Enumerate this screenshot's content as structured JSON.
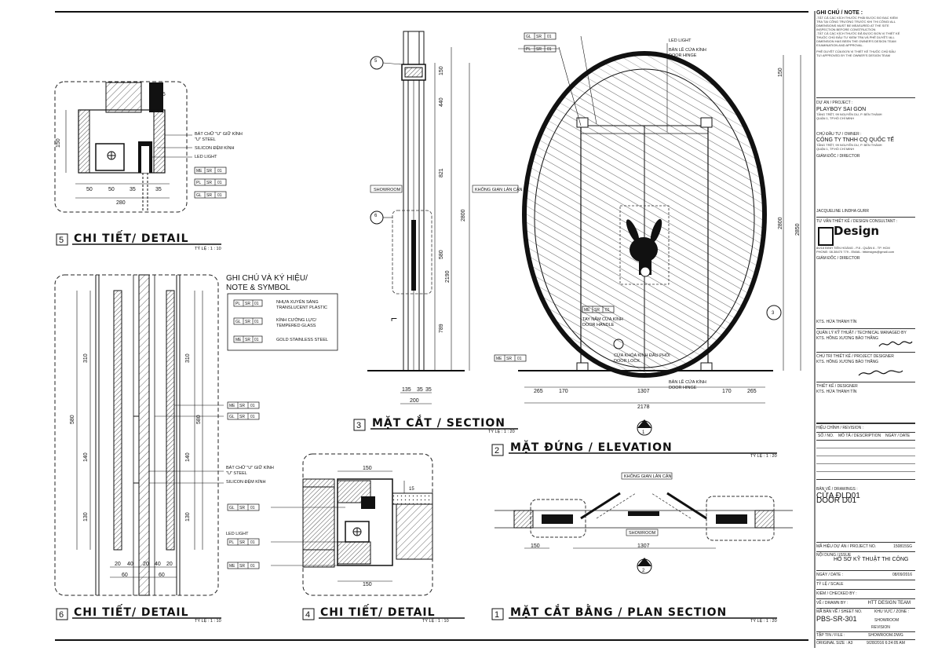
{
  "notes": {
    "heading": "GHI CHÚ / NOTE :",
    "lines": [
      "-TẤT CẢ CÁC KÍCH THƯỚC PHẢI ĐƯỢC ĐO ĐẠC KIỂM",
      "TRA TẠI CÔNG TRƯỜNG TRƯỚC KHI THI CÔNG/ ALL",
      "DIMENSIONS MUST BE MEASURED AT THE SITE",
      "INSPECTION BEFORE CONSTRUCTION",
      "-TẤT CẢ CÁC KÍCH THƯỚC ĐÃ ĐƯỢC ĐƠN VỊ THIẾT KẾ",
      "THUỘC CHỦ ĐẦU TƯ KIỂM TRA VÀ PHÊ DUYỆT/ ALL",
      "DIMENSION HAS BEEN THE OWNER'S DESIGN TEAM",
      "EXAMINATION AND APPROVAL."
    ],
    "approval": [
      "PHÊ DUYỆT CỦA ĐƠN VỊ THIẾT KẾ THUỘC CHỦ ĐẦU",
      "TƯ/ APPROVED BY THE OWNER'S DESIGN TEAM"
    ]
  },
  "project": {
    "label": "DỰ ÁN / PROJECT :",
    "name": "PLAYBOY SAI GON",
    "address": [
      "TẦNG TRỆT, 99 NGUYỄN DU, P. BẾN THÀNH",
      "QUẬN 1, TP.HỒ CHÍ MINH"
    ]
  },
  "owner": {
    "label": "CHỦ ĐẦU TƯ / OWNER :",
    "name": "CÔNG TY TNHH CQ QUỐC TẾ",
    "address": [
      "TẦNG TRỆT, 99 NGUYỄN DU, P. BẾN THÀNH",
      "QUẬN 1, TP.HỒ CHÍ MINH"
    ],
    "director_label": "GIÁM ĐỐC / DIRECTOR",
    "director_name": "JACQUELINE LINDHA GURR"
  },
  "consultant": {
    "label": "TƯ VẤN THIẾT KẾ / DESIGN CONSULTANT :",
    "logo_text": "Design",
    "address": [
      "80/18 ĐINH TIÊN HOÀNG - P.8 - QUẬN 6 - TP. HCM",
      "PHONE: 08.38470 779 - EMAIL: httdesigns@gmail.com"
    ],
    "director_label": "GIÁM ĐỐC / DIRECTOR",
    "director_name": "KTS. HỨA THÀNH TÍN",
    "tech_label": "QUẢN LÝ KỸ THUẬT / TECHNICAL MANAGED BY",
    "tech_name": "KTS. HỒNG XƯƠNG BẢO THẮNG",
    "chief_label": "CHỦ TRÌ THIẾT KẾ / PROJECT DESIGNER",
    "chief_name": "KTS. HỒNG XƯƠNG BẢO THẮNG",
    "designer_label": "THIẾT KẾ / DESIGNER",
    "designer_name": "KTS. HỨA THÀNH TÍN"
  },
  "revision": {
    "label": "HIỆU CHỈNH / REVISION :",
    "cols": [
      "SỐ / NO.",
      "MÔ TẢ / DESCRIPTION",
      "NGÀY / DATE"
    ]
  },
  "drawing_info": {
    "label": "BẢN VẼ / DRAWINGS :",
    "name1": "CỬA ĐI D01",
    "name2": "DOOR D01",
    "project_no_label": "MÃ HIỆU DỰ ÁN / PROJECT NO.",
    "project_no": "150815SG",
    "issue_label": "NỘI DUNG / ISSUE",
    "issue": "HỒ SƠ KỸ THUẬT THI CÔNG",
    "date_label": "NGÀY / DATE :",
    "date": "08/09/2016",
    "scale_label": "TỶ LỆ / SCALE",
    "checked_label": "KIỂM / CHECKED BY :",
    "drawn_label": "VẼ / DRAWN BY :",
    "drawn_by": "HTT DESIGN TEAM",
    "sheet_label": "MÃ BẢN VẼ / SHEET NO.",
    "zone_label": "KHU VỰC / ZONE :",
    "sheet_no": "PBS-SR-301",
    "zone": "SHOWROOM",
    "revision_label": "REVISION",
    "file_label": "TẬP TIN / FILE :",
    "file": "SHOWROOM.DWG",
    "size_label": "ORIGINAL SIZE : A3",
    "size_date": "9/28/2016 6:24:05 AM"
  },
  "legend": {
    "heading1": "GHI CHÚ VÀ KÝ HIỆU/",
    "heading2": "NOTE & SYMBOL",
    "items": [
      {
        "code": [
          "PL",
          "SR",
          "01"
        ],
        "text1": "NHỰA XUYÊN SÁNG",
        "text2": "TRANSLUCENT PLASTIC"
      },
      {
        "code": [
          "GL",
          "SR",
          "01"
        ],
        "text1": "KÍNH CƯỜNG LỰC/",
        "text2": "TEMPERED GLASS"
      },
      {
        "code": [
          "ME",
          "SR",
          "01"
        ],
        "text1": "GOLD STAINLESS STEEL",
        "text2": ""
      }
    ]
  },
  "views": {
    "v1": {
      "num": "1",
      "title": "MẶT CẮT BẰNG / PLAN SECTION",
      "scale": "TỶ LỆ :   1 : 20"
    },
    "v2": {
      "num": "2",
      "title": "MẶT ĐỨNG / ELEVATION",
      "scale": "TỶ LỆ :   1 : 20"
    },
    "v3": {
      "num": "3",
      "title": "MẶT CẮT / SECTION",
      "scale": "TỶ LỆ :   1 : 20"
    },
    "v4": {
      "num": "4",
      "title": "CHI TIẾT/ DETAIL",
      "scale": "TỶ LỆ :   1 : 10"
    },
    "v5": {
      "num": "5",
      "title": "CHI TIẾT/ DETAIL",
      "scale": "TỶ LỆ :   1 : 10"
    },
    "v6": {
      "num": "6",
      "title": "CHI TIẾT/ DETAIL",
      "scale": "TỶ LỆ :   1 : 10"
    }
  },
  "annotations": {
    "u_steel": "BÁT CHỮ \"U\" GIỮ KÍNH",
    "u_steel2": "\"U\" STEEL",
    "silicon": "SILICON ĐỆM KÍNH",
    "led": "LED LIGHT",
    "showroom": "SHOWROOM",
    "adjacent": "KHÔNG GIAN LÂN CẬN",
    "hinge1": "BẢN LỀ CỬA KÍNH",
    "hinge2": "DOOR HINGE",
    "handle1": "TAY NẮM CỬA KÍNH",
    "handle2": "DOOR HANDLE",
    "lock1": "CỬA KHÓA KÍNH ĐẦU PHÔI",
    "lock2": "DOOR LOCK"
  },
  "dims": {
    "v5": [
      "50",
      "50",
      "35",
      "35",
      "280",
      "150",
      "15"
    ],
    "v6": [
      "310",
      "140",
      "130",
      "580",
      "310",
      "140",
      "130",
      "580",
      "20",
      "40",
      "20",
      "40",
      "20",
      "60",
      "60"
    ],
    "v4": [
      "150",
      "15",
      "150"
    ],
    "v3": [
      "150",
      "440",
      "821",
      "2800",
      "580",
      "2190",
      "789",
      "135",
      "35",
      "35",
      "200"
    ],
    "v2": [
      "265",
      "170",
      "1307",
      "170",
      "265",
      "2178",
      "150",
      "2850",
      "2800"
    ],
    "v1": [
      "150",
      "1307"
    ]
  },
  "tags": {
    "me": [
      "ME",
      "SR",
      "01"
    ],
    "gl": [
      "GL",
      "SR",
      "01"
    ],
    "pl": [
      "PL",
      "SR",
      "01"
    ],
    "section_ids": [
      "5",
      "3",
      "6",
      "2",
      "1",
      "4"
    ]
  }
}
